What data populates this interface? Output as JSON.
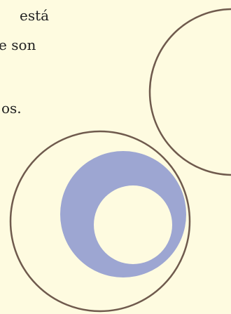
{
  "text": {
    "line1": "está",
    "line2": "e son",
    "line3": "os."
  },
  "colors": {
    "background": "#fefbe0",
    "circle_stroke": "#6f5a4d",
    "ring_fill": "#9da6d2",
    "inner_fill": "#fefbe0"
  }
}
